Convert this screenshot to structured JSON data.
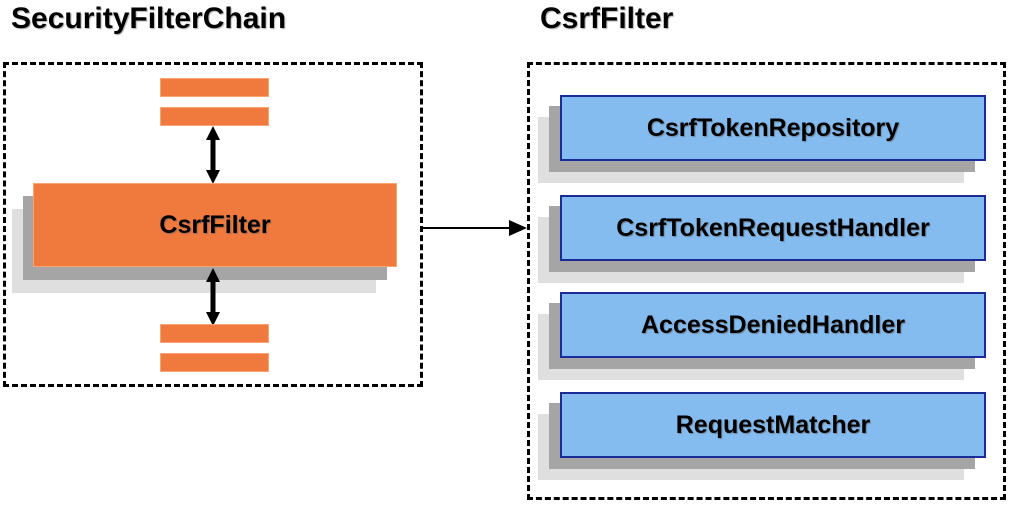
{
  "left_panel": {
    "title": "SecurityFilterChain",
    "filter_label": "CsrfFilter"
  },
  "right_panel": {
    "title": "CsrfFilter",
    "components": [
      "CsrfTokenRepository",
      "CsrfTokenRequestHandler",
      "AccessDeniedHandler",
      "RequestMatcher"
    ]
  },
  "colors": {
    "orange": "#f0793e",
    "orange_border": "#f8a474",
    "blue": "#85bcf0",
    "blue_border": "#1b2c96",
    "shadow_dark": "#a5a5a5",
    "shadow_light": "#dfdfdf",
    "arrow": "#000000",
    "dashed_border": "#000000"
  }
}
